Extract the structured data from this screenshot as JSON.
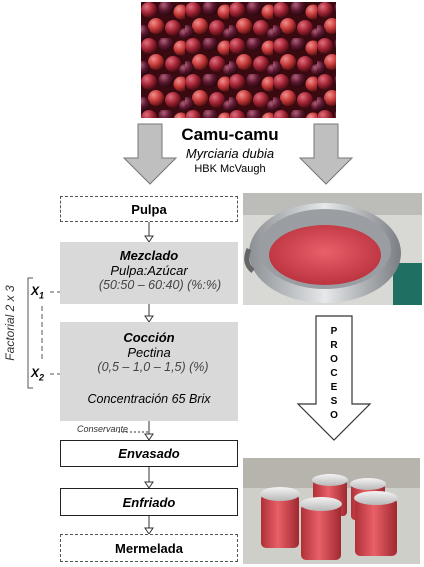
{
  "title": {
    "name": "Camu-camu",
    "scientific": "Myrciaria dubia",
    "author": "HBK McVaugh"
  },
  "steps": {
    "pulpa": "Pulpa",
    "mezclado": {
      "title": "Mezclado",
      "sub": "Pulpa:Azúcar",
      "values": "(50:50 – 60:40) (%:%)"
    },
    "coccion": {
      "title": "Cocción",
      "sub": "Pectina",
      "values": "(0,5 – 1,0 – 1,5) (%)",
      "concentration": "Concentración 65  Brix"
    },
    "conservante": "Conservante",
    "envasado": "Envasado",
    "enfriado": "Enfriado",
    "mermelada": "Mermelada"
  },
  "factorial": {
    "label": "Factorial 2 x 3",
    "x1": "X",
    "x1_sub": "1",
    "x2": "X",
    "x2_sub": "2"
  },
  "proceso": [
    "P",
    "R",
    "O",
    "C",
    "E",
    "S",
    "O"
  ],
  "colors": {
    "arrow_gray": "#bfbfbf",
    "box_gray": "#d9d9d9",
    "berry_red": "#8a1f2a",
    "jam_red": "#d64a4f"
  }
}
